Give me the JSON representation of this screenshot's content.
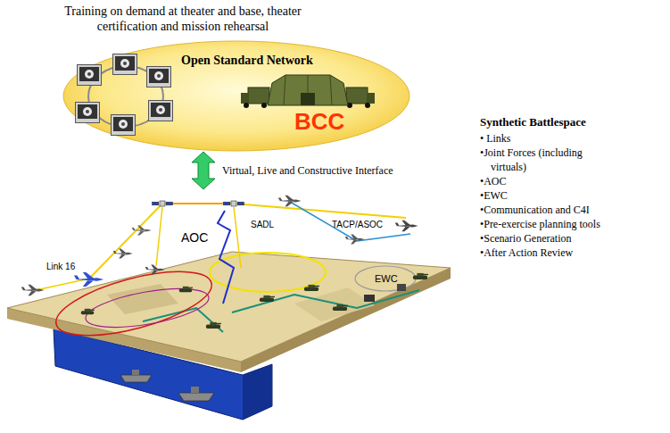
{
  "diagram": {
    "title": "Training on demand at theater and base, theater certification and mission rehearsal",
    "nodes": [
      {
        "text": [
          "Open Standard Network",
          "BCC"
        ]
      },
      {
        "text": [
          "AOC",
          "EWC"
        ]
      }
    ],
    "edges": [
      {
        "from": 0,
        "to": 1,
        "arrow": "both",
        "label": "Virtual, Live and Constructive Interface"
      }
    ],
    "labels": [
      "Link 16",
      "SADL",
      "TACP/ASOC",
      "Synthetic Battlespace",
      "• Links",
      "•Joint Forces (including virtuals)",
      "•AOC",
      "•EWC",
      "•Communication and C4I",
      "•Pre-exercise planning tools",
      "•Scenario Generation",
      "•After Action Review"
    ]
  }
}
